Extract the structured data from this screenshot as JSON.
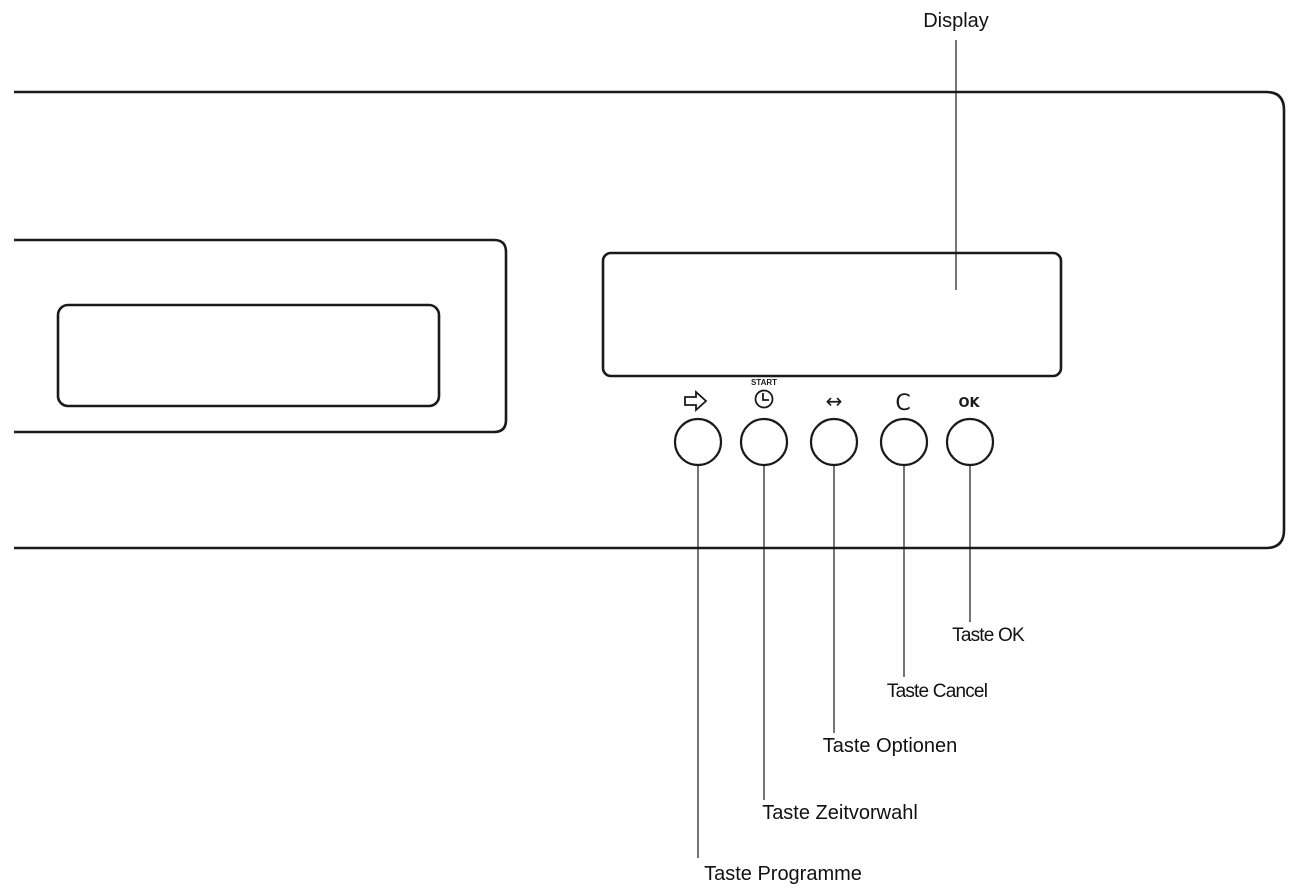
{
  "labels": {
    "display": "Display",
    "programme": "Taste Programme",
    "delay_start": "Taste Zeitvorwahl",
    "options": "Taste Optionen",
    "cancel": "Taste Cancel",
    "ok": "Taste OK"
  },
  "button_symbols": {
    "programme_icon": "arrow-right-outline-icon",
    "delay_start_caption": "START",
    "delay_start_icon": "clock-icon",
    "options_symbol": "↔",
    "cancel_symbol": "C",
    "ok_symbol": "OK"
  },
  "colors": {
    "line": "#1a1a1a",
    "background": "#ffffff",
    "text": "#111111"
  }
}
